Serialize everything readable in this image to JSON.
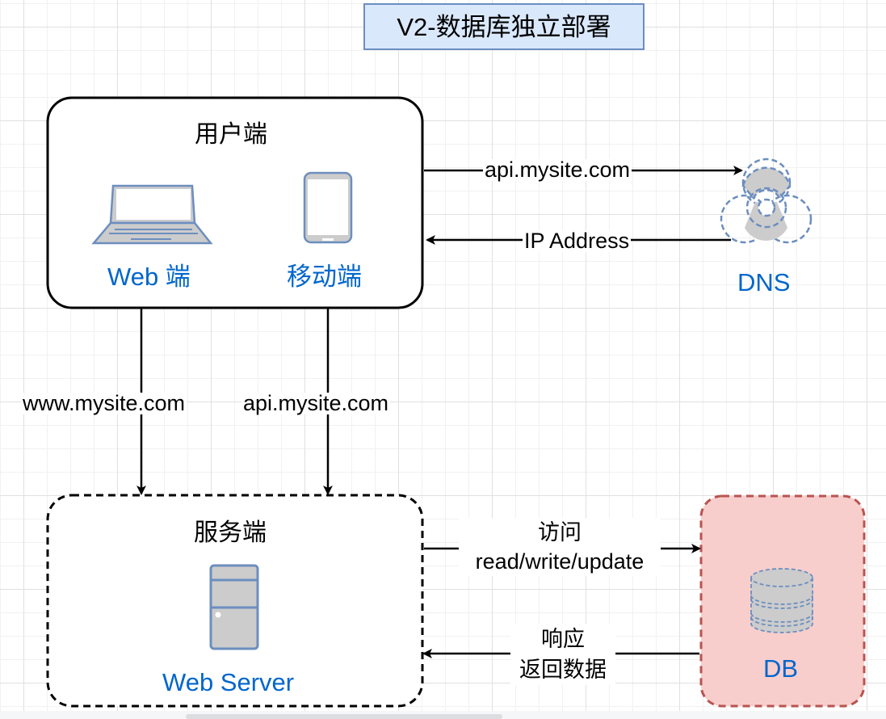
{
  "title": "V2-数据库独立部署",
  "client_group": {
    "label": "用户端",
    "devices": [
      {
        "name": "Web 端",
        "icon": "laptop-icon"
      },
      {
        "name": "移动端",
        "icon": "mobile-phone-icon"
      }
    ]
  },
  "dns": {
    "label": "DNS",
    "icon": "biohazard-icon"
  },
  "server_group": {
    "label": "服务端",
    "server": {
      "name": "Web Server",
      "icon": "server-tower-icon"
    }
  },
  "db": {
    "label": "DB",
    "icon": "database-icon"
  },
  "edges": {
    "client_to_dns": "api.mysite.com",
    "dns_to_client": "IP Address",
    "web_to_server": "www.mysite.com",
    "mobile_to_server": "api.mysite.com",
    "server_to_db_line1": "访问",
    "server_to_db_line2": "read/write/update",
    "db_to_server_line1": "响应",
    "db_to_server_line2": "返回数据"
  },
  "colors": {
    "title_fill": "#dae8fc",
    "title_stroke": "#6c8ebf",
    "label_blue": "#0066cc",
    "icon_stroke": "#6c8ebf",
    "icon_fill": "#cccccc",
    "db_fill": "#f8cecc",
    "db_stroke": "#b85450"
  }
}
